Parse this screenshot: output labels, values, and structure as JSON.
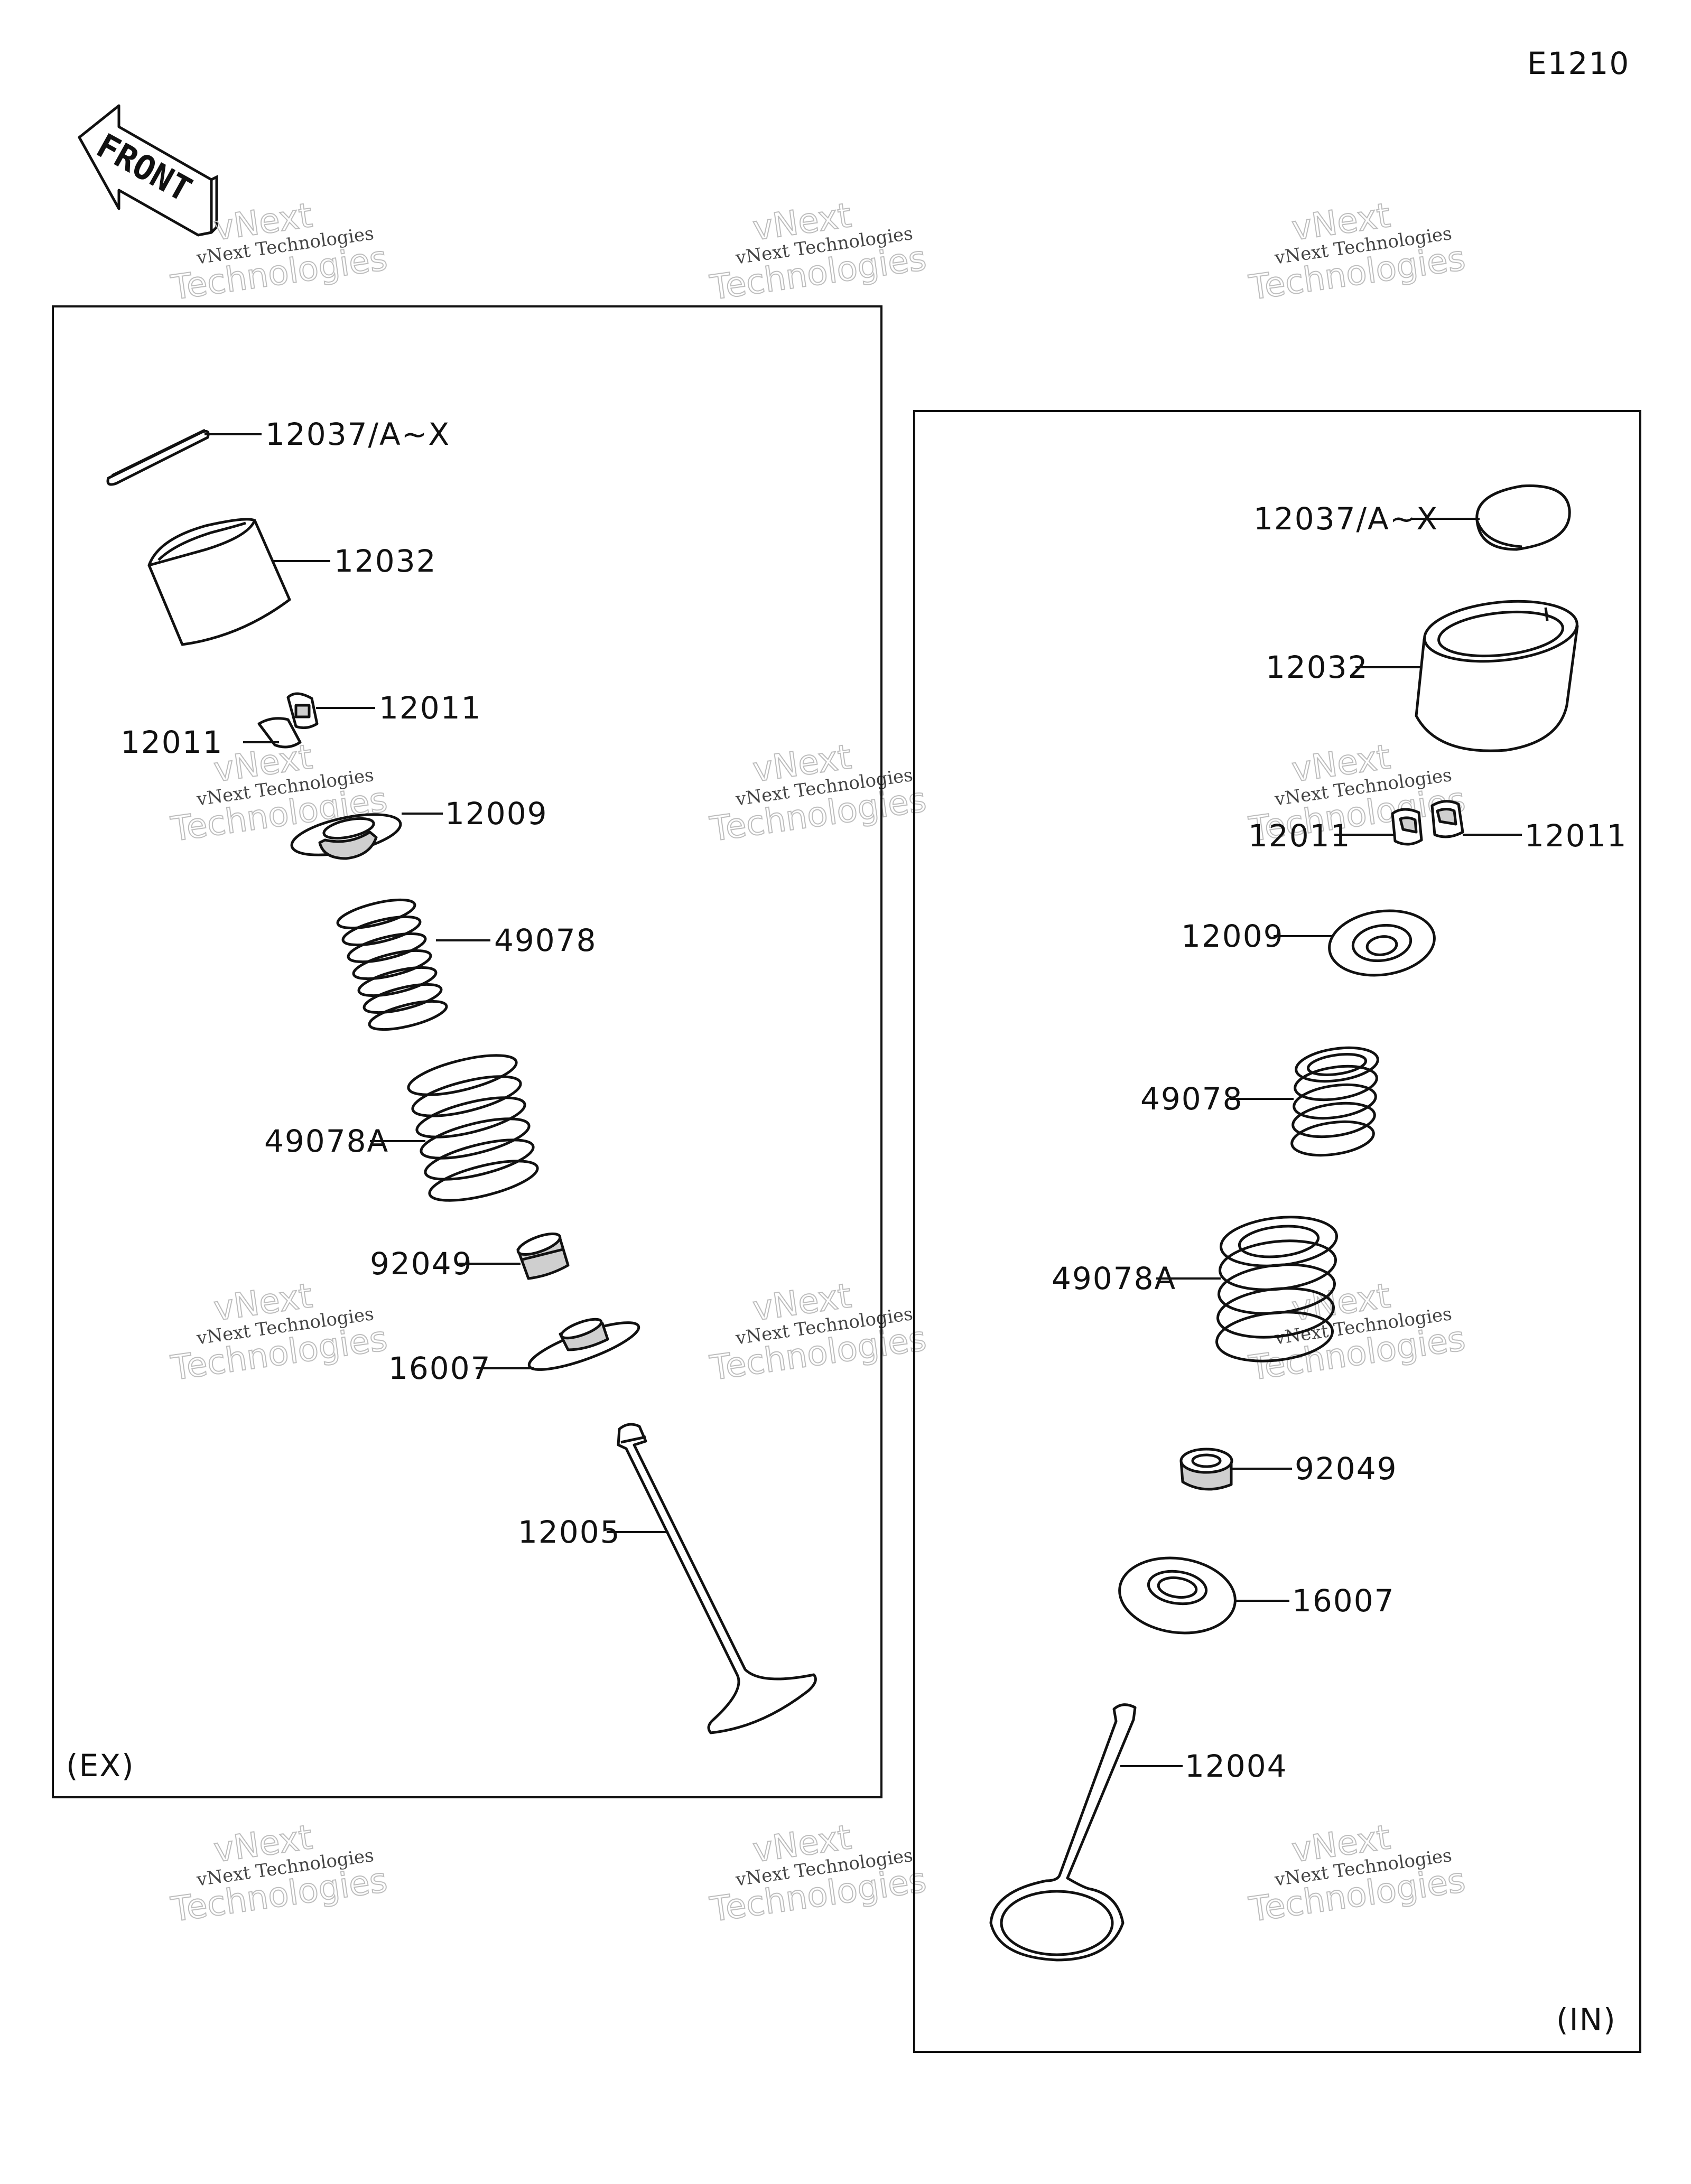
{
  "diagram_code": "E1210",
  "front_label": "FRONT",
  "watermark": {
    "line1": "vNext Technologies",
    "line2": "vNext",
    "line3": "Technologies"
  },
  "panels": {
    "exhaust": {
      "tag": "(EX)",
      "parts": {
        "shim": "12037/A~X",
        "lifter": "12032",
        "keeper_right": "12011",
        "keeper_left": "12011",
        "retainer": "12009",
        "spring_inner": "49078",
        "spring_outer": "49078A",
        "stem_seal": "92049",
        "spring_seat": "16007",
        "valve": "12005"
      }
    },
    "intake": {
      "tag": "(IN)",
      "parts": {
        "shim": "12037/A~X",
        "lifter": "12032",
        "keeper_left": "12011",
        "keeper_right": "12011",
        "retainer": "12009",
        "spring_inner": "49078",
        "spring_outer": "49078A",
        "stem_seal": "92049",
        "spring_seat": "16007",
        "valve": "12004"
      }
    }
  }
}
